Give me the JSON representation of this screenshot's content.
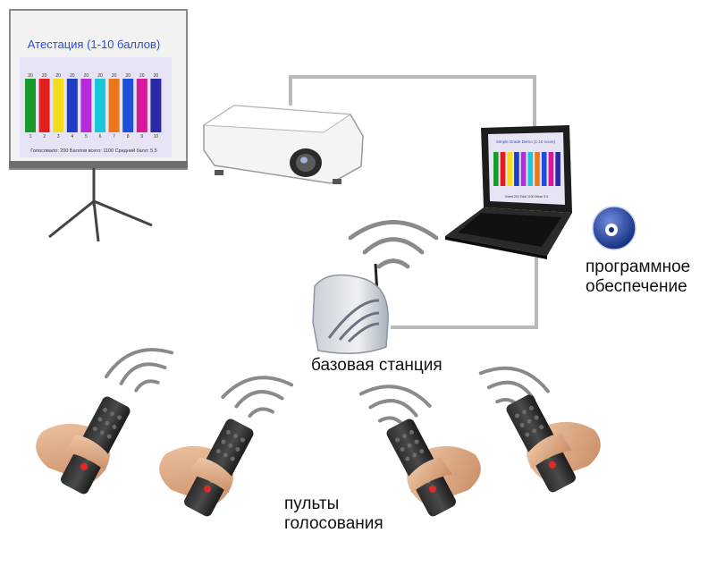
{
  "screen": {
    "title": "Атестация (1-10 баллов)",
    "footer": "Голосовало: 200   Баллов всего: 1100   Средний балл: 5,5",
    "bars": [
      {
        "label": "1",
        "value": 20,
        "color": "#1a9a2a"
      },
      {
        "label": "2",
        "value": 20,
        "color": "#e01f1f"
      },
      {
        "label": "3",
        "value": 20,
        "color": "#f2dc1b"
      },
      {
        "label": "4",
        "value": 20,
        "color": "#1f3ec8"
      },
      {
        "label": "5",
        "value": 20,
        "color": "#b52bd9"
      },
      {
        "label": "6",
        "value": 20,
        "color": "#18c8d8"
      },
      {
        "label": "7",
        "value": 20,
        "color": "#e8781a"
      },
      {
        "label": "8",
        "value": 20,
        "color": "#1f4fd9"
      },
      {
        "label": "9",
        "value": 20,
        "color": "#d8189a"
      },
      {
        "label": "10",
        "value": 20,
        "color": "#2a2aa8"
      }
    ]
  },
  "laptop_screen": {
    "title": "Simple Grade Demo (1-10 score)",
    "footer": "Voted 200  Total 1100  Mean 5.5"
  },
  "labels": {
    "base_station": "базовая станция",
    "software_line1": "программное",
    "software_line2": "обеспечение",
    "remotes_line1": "пульты",
    "remotes_line2": "голосования"
  },
  "colors": {
    "cable": "#b9b9b9",
    "screen_bg": "#e6e3f4",
    "title_blue": "#2a4fd0"
  }
}
